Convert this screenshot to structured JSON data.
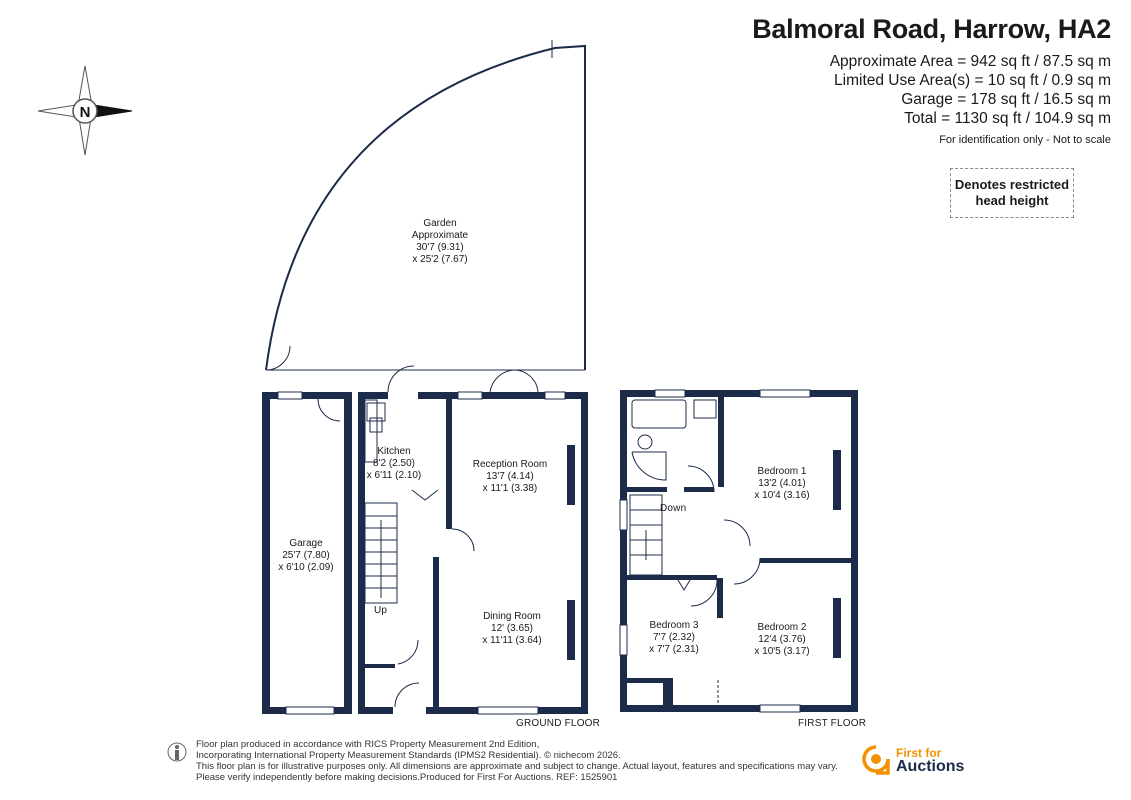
{
  "header": {
    "title": "Balmoral Road, Harrow, HA2",
    "areas": [
      "Approximate Area = 942 sq ft / 87.5 sq m",
      "Limited Use Area(s) = 10 sq ft / 0.9 sq m",
      "Garage = 178 sq ft / 16.5 sq m",
      "Total = 1130 sq ft / 104.9 sq m"
    ],
    "disclaimer": "For identification only - Not to scale"
  },
  "legend": {
    "line1": "Denotes restricted",
    "line2": "head height"
  },
  "compass": {
    "letter": "N"
  },
  "rooms": {
    "garden": [
      "Garden",
      "Approximate",
      "30'7 (9.31)",
      "x 25'2 (7.67)"
    ],
    "kitchen": [
      "Kitchen",
      "8'2 (2.50)",
      "x 6'11 (2.10)"
    ],
    "reception": [
      "Reception Room",
      "13'7 (4.14)",
      "x 11'1 (3.38)"
    ],
    "garage": [
      "Garage",
      "25'7 (7.80)",
      "x 6'10 (2.09)"
    ],
    "dining": [
      "Dining Room",
      "12' (3.65)",
      "x 11'11 (3.64)"
    ],
    "bedroom1": [
      "Bedroom 1",
      "13'2 (4.01)",
      "x 10'4 (3.16)"
    ],
    "bedroom2": [
      "Bedroom 2",
      "12'4 (3.76)",
      "x 10'5 (3.17)"
    ],
    "bedroom3": [
      "Bedroom 3",
      "7'7 (2.32)",
      "x 7'7 (2.31)"
    ]
  },
  "labels": {
    "up": "Up",
    "down": "Down",
    "ground_floor": "GROUND FLOOR",
    "first_floor": "FIRST FLOOR"
  },
  "footer": {
    "lines": [
      "Floor plan produced in accordance with RICS Property Measurement 2nd Edition,",
      "Incorporating International Property Measurement Standards (IPMS2 Residential).  © nichecom 2026.",
      "This floor plan is for illustrative purposes only. All dimensions are approximate and subject to change. Actual layout, features and specifications may vary.",
      "Please verify independently before making decisions.Produced for First For Auctions.  REF:  1525901"
    ]
  },
  "logo": {
    "line1": "First for",
    "line2": "Auctions"
  },
  "colors": {
    "wall": "#1c2b4a",
    "accent": "#f39200",
    "text": "#1a1a1a"
  }
}
